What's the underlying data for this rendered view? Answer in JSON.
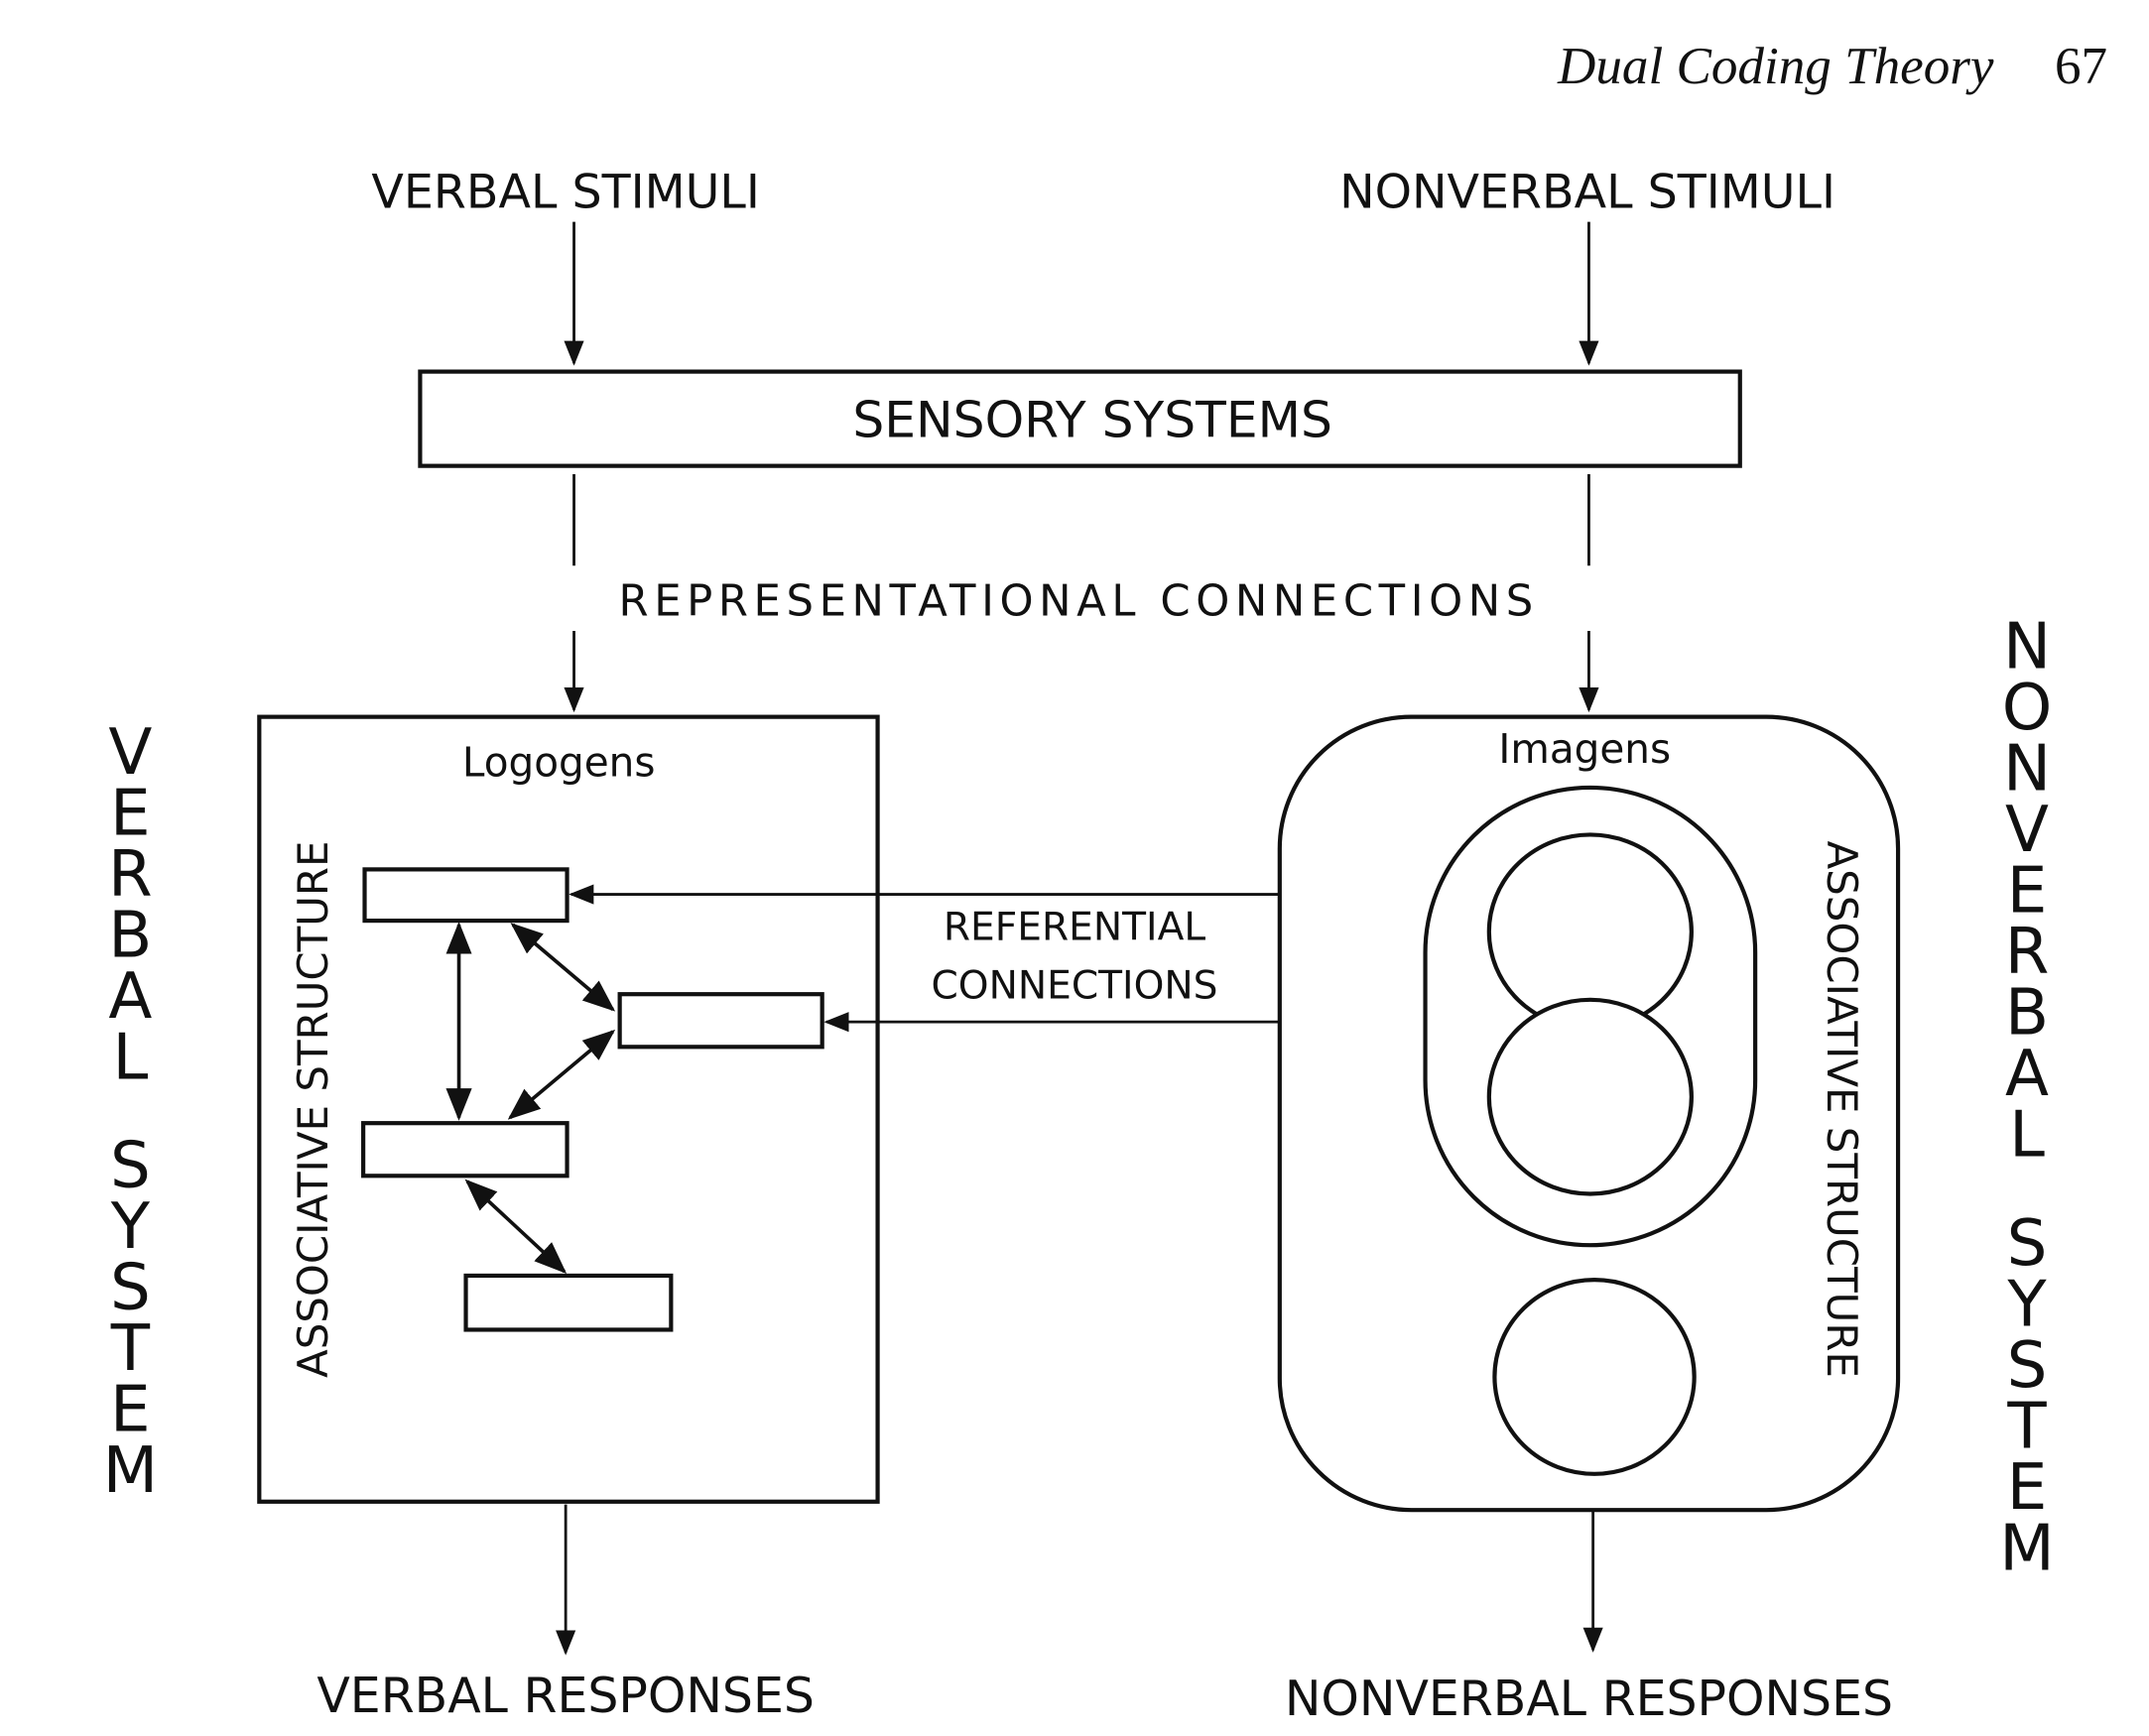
{
  "header": {
    "running_title": "Dual Coding Theory",
    "page_number": "67"
  },
  "diagram": {
    "inputs": {
      "verbal": "VERBAL STIMULI",
      "nonverbal": "NONVERBAL STIMULI"
    },
    "sensory_box": "SENSORY SYSTEMS",
    "representational_label": "REPRESENTATIONAL CONNECTIONS",
    "verbal_system": {
      "side_label": [
        "V",
        "E",
        "R",
        "B",
        "A",
        "L",
        " ",
        "S",
        "Y",
        "S",
        "T",
        "E",
        "M"
      ],
      "side_label_text": "VERBAL SYSTEM",
      "units_label": "Logogens",
      "assoc_label": "ASSOCIATIVE STRUCTURE",
      "logogen_count": 4
    },
    "nonverbal_system": {
      "side_label_text": "NONVERBAL SYSTEM",
      "units_label": "Imagens",
      "assoc_label": "ASSOCIATIVE STRUCTURE",
      "imagen_count": 3
    },
    "referential_label_line1": "REFERENTIAL",
    "referential_label_line2": "CONNECTIONS",
    "outputs": {
      "verbal": "VERBAL RESPONSES",
      "nonverbal": "NONVERBAL RESPONSES"
    }
  }
}
